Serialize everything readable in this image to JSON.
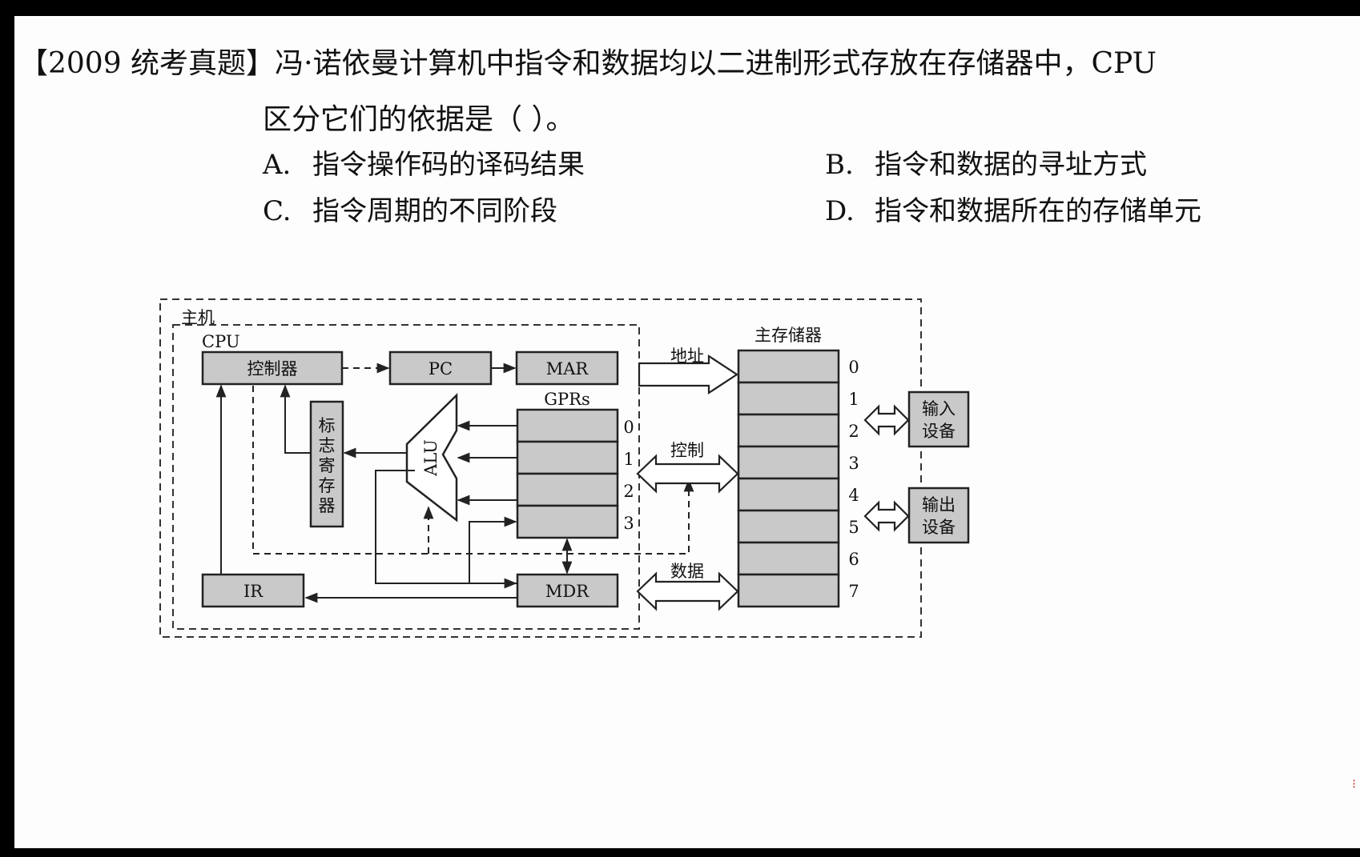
{
  "question": {
    "source_tag": "【2009 统考真题】",
    "stem_line1": "冯·诺依曼计算机中指令和数据均以二进制形式存放在存储器中，CPU",
    "stem_line2": "区分它们的依据是（ ）。",
    "options": [
      {
        "letter": "A.",
        "text": "指令操作码的译码结果"
      },
      {
        "letter": "B.",
        "text": "指令和数据的寻址方式"
      },
      {
        "letter": "C.",
        "text": "指令周期的不同阶段"
      },
      {
        "letter": "D.",
        "text": "指令和数据所在的存储单元"
      }
    ]
  },
  "diagram": {
    "host_label": "主机",
    "cpu_label": "CPU",
    "controller": "控制器",
    "pc": "PC",
    "mar": "MAR",
    "gprs": "GPRs",
    "alu": "ALU",
    "flag_register_chars": [
      "标",
      "志",
      "寄",
      "存",
      "器"
    ],
    "ir": "IR",
    "mdr": "MDR",
    "gpr_indices": [
      "0",
      "1",
      "2",
      "3"
    ],
    "bus_address": "地址",
    "bus_control": "控制",
    "bus_data": "数据",
    "main_memory": "主存储器",
    "memory_indices": [
      "0",
      "1",
      "2",
      "3",
      "4",
      "5",
      "6",
      "7"
    ],
    "input_device": [
      "输入",
      "设备"
    ],
    "output_device": [
      "输出",
      "设备"
    ]
  }
}
